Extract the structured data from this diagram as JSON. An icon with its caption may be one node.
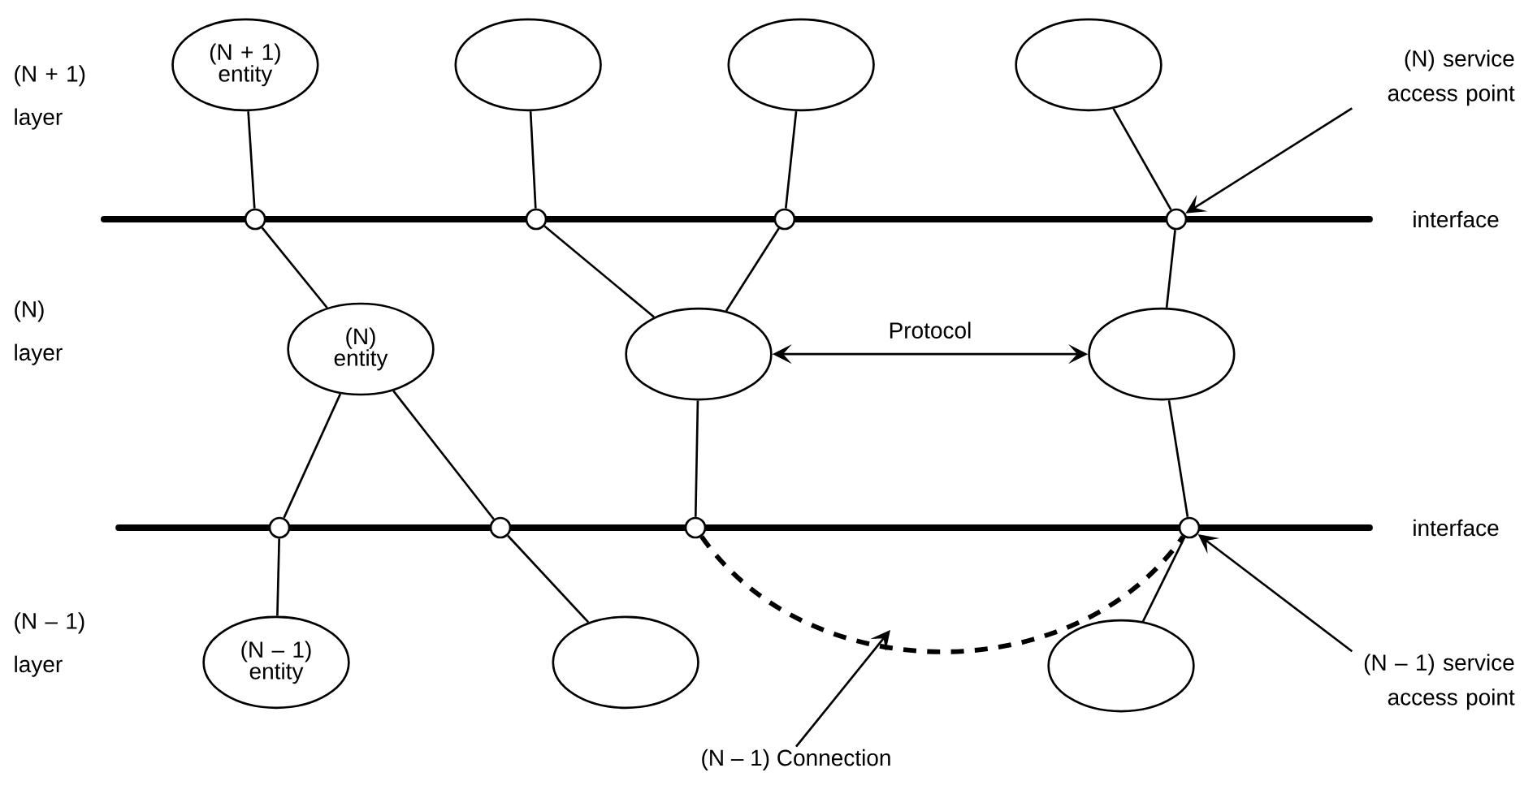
{
  "diagram": {
    "nodes": [
      {
        "text": [
          "(N + 1) entity"
        ]
      },
      {
        "text": [],
        "shape": "ellipse"
      },
      {
        "text": [],
        "shape": "ellipse"
      },
      {
        "text": [],
        "shape": "ellipse"
      },
      {
        "text": [
          "(N) service access point"
        ]
      },
      {
        "text": [],
        "shape": "circle"
      },
      {
        "text": [],
        "shape": "circle"
      },
      {
        "text": [],
        "shape": "circle"
      },
      {
        "text": [],
        "shape": "circle"
      },
      {
        "text": [
          "(N) entity"
        ]
      },
      {
        "text": [],
        "shape": "ellipse"
      },
      {
        "text": [],
        "shape": "ellipse"
      },
      {
        "text": [],
        "shape": "circle"
      },
      {
        "text": [],
        "shape": "circle"
      },
      {
        "text": [],
        "shape": "circle"
      },
      {
        "text": [],
        "shape": "circle"
      },
      {
        "text": [
          "(N – 1) entity"
        ]
      },
      {
        "text": [],
        "shape": "ellipse"
      },
      {
        "text": [],
        "shape": "ellipse"
      },
      {
        "text": [
          "(N – 1) service access point"
        ]
      },
      {
        "text": [
          "(N – 1) Connection"
        ]
      }
    ],
    "edges": [
      {
        "from": 0,
        "to": 5,
        "arrow": "none"
      },
      {
        "from": 1,
        "to": 6,
        "arrow": "none"
      },
      {
        "from": 2,
        "to": 7,
        "arrow": "none"
      },
      {
        "from": 3,
        "to": 8,
        "arrow": "none"
      },
      {
        "from": 4,
        "to": 8,
        "arrow": "to"
      },
      {
        "from": 5,
        "to": 9,
        "arrow": "none"
      },
      {
        "from": 6,
        "to": 10,
        "arrow": "none"
      },
      {
        "from": 7,
        "to": 10,
        "arrow": "none"
      },
      {
        "from": 8,
        "to": 11,
        "arrow": "none"
      },
      {
        "from": 10,
        "to": 11,
        "arrow": "both",
        "label": "Protocol"
      },
      {
        "from": 9,
        "to": 12,
        "arrow": "none"
      },
      {
        "from": 9,
        "to": 13,
        "arrow": "none"
      },
      {
        "from": 10,
        "to": 14,
        "arrow": "none"
      },
      {
        "from": 11,
        "to": 15,
        "arrow": "none"
      },
      {
        "from": 12,
        "to": 16,
        "arrow": "none"
      },
      {
        "from": 13,
        "to": 17,
        "arrow": "none"
      },
      {
        "from": 15,
        "to": 18,
        "arrow": "none"
      },
      {
        "from": 14,
        "to": 15,
        "arrow": "none",
        "style": "dashed"
      },
      {
        "from": 19,
        "to": 15,
        "arrow": "to"
      },
      {
        "from": 20,
        "to": null,
        "arrow": "to"
      }
    ],
    "labels": [
      "(N + 1) layer",
      "interface",
      "(N) layer",
      "interface",
      "(N – 1) layer"
    ]
  }
}
